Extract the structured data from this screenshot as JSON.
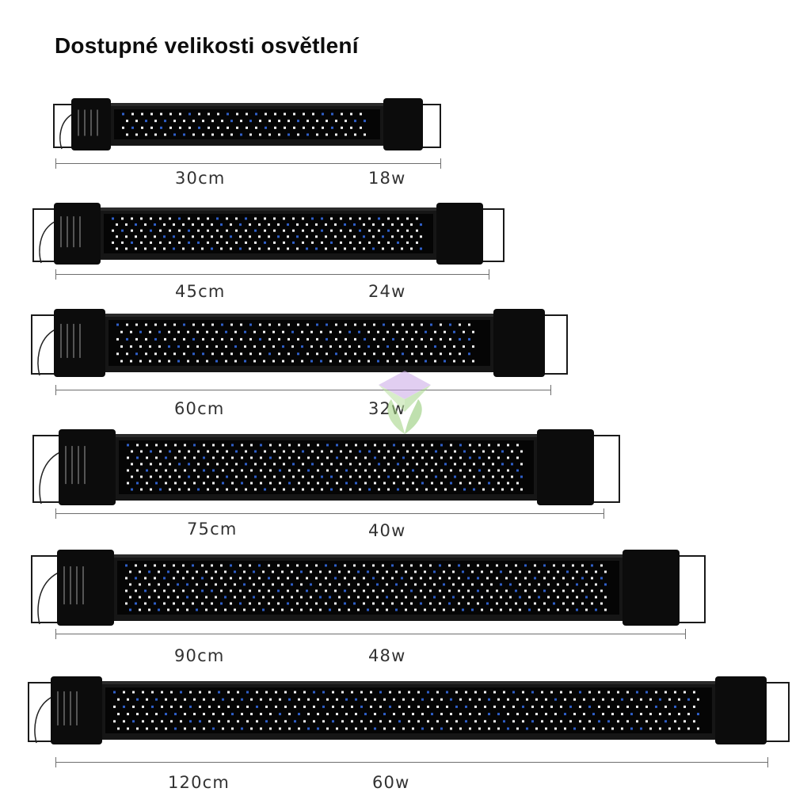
{
  "title": "Dostupné velikosti osvětlení",
  "colors": {
    "background": "#ffffff",
    "bar_body": "#161616",
    "led_white": "#f4f4f4",
    "led_blue": "#2f5fc9",
    "text": "#333333"
  },
  "lights": [
    {
      "size": "30cm",
      "watt": "18w"
    },
    {
      "size": "45cm",
      "watt": "24w"
    },
    {
      "size": "60cm",
      "watt": "32w"
    },
    {
      "size": "75cm",
      "watt": "40w"
    },
    {
      "size": "90cm",
      "watt": "48w"
    },
    {
      "size": "120cm",
      "watt": "60w"
    }
  ]
}
